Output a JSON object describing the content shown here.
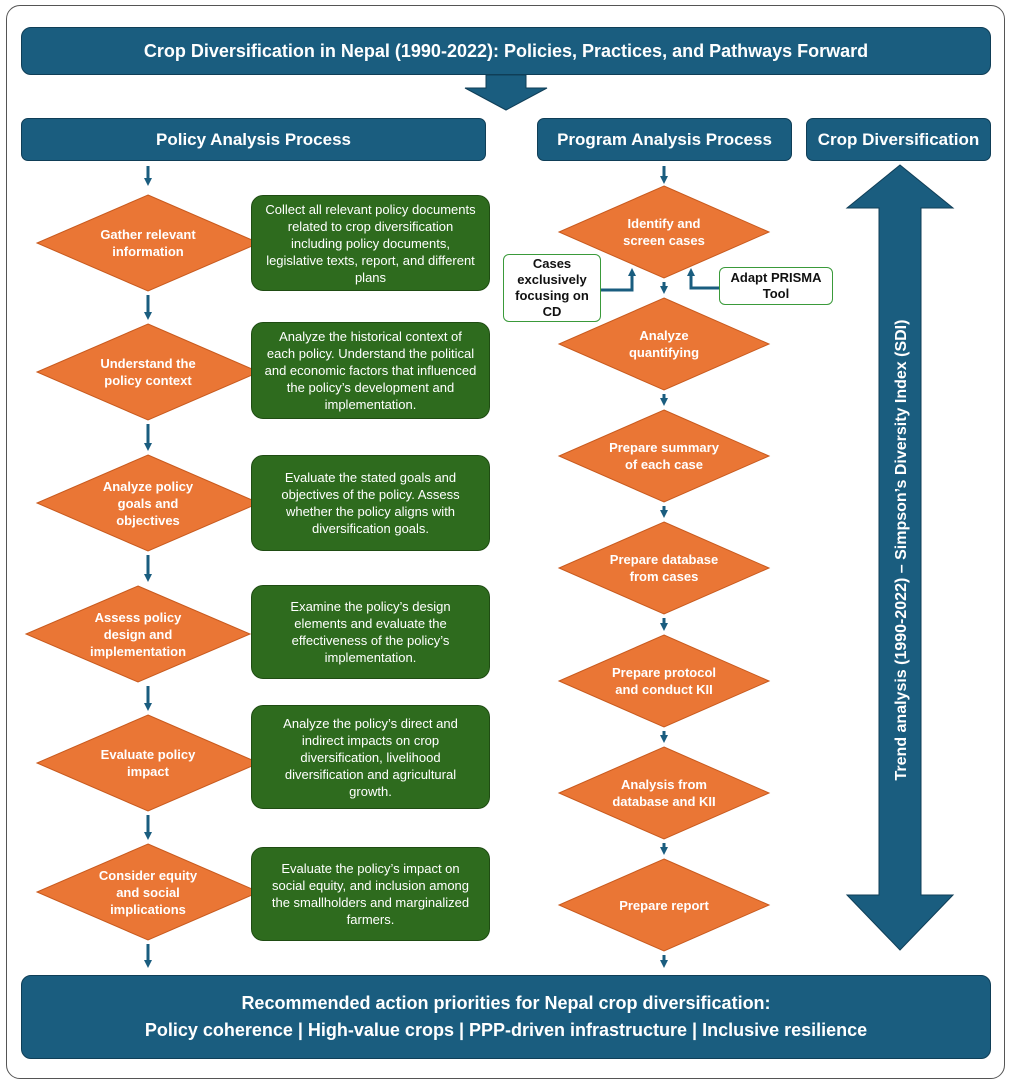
{
  "title": "Crop Diversification in Nepal (1990-2022): Policies, Practices, and Pathways Forward",
  "headers": {
    "policy": "Policy Analysis Process",
    "program": "Program Analysis Process",
    "crop": "Crop Diversification"
  },
  "policy_steps": [
    {
      "step": "Gather relevant information",
      "detail": "Collect all relevant policy documents related to crop diversification including policy documents, legislative texts, report, and different plans"
    },
    {
      "step": "Understand the policy context",
      "detail": "Analyze the historical context of each policy. Understand the political and economic factors that influenced the policy’s development and implementation."
    },
    {
      "step": "Analyze policy goals and objectives",
      "detail": "Evaluate the stated goals and objectives of the policy. Assess whether the policy aligns with diversification goals."
    },
    {
      "step": "Assess policy design and implementation",
      "detail": "Examine the policy’s design elements and evaluate the effectiveness of the policy’s implementation."
    },
    {
      "step": "Evaluate policy impact",
      "detail": "Analyze the policy’s direct and indirect impacts on crop diversification, livelihood diversification and agricultural growth."
    },
    {
      "step": "Consider equity and social implications",
      "detail": "Evaluate the policy’s impact on social equity, and inclusion among the smallholders and marginalized farmers."
    }
  ],
  "program_steps": [
    "Identify and screen cases",
    "Analyze quantifying",
    "Prepare summary of each case",
    "Prepare database from cases",
    "Prepare protocol and conduct KII",
    "Analysis from database and KII",
    "Prepare report"
  ],
  "side_inputs": {
    "left": "Cases exclusively focusing on CD",
    "right": "Adapt PRISMA Tool"
  },
  "trend_label": "Trend analysis (1990-2022) – Simpson’s Diversity Index (SDI)",
  "footer": {
    "line1": "Recommended action priorities for Nepal crop diversification:",
    "line2": "Policy coherence | High-value crops | PPP-driven infrastructure | Inclusive resilience"
  },
  "colors": {
    "banner": "#1a5d7f",
    "diamond": "#ea7635",
    "detail_box": "#2e6b1e",
    "side_border": "#3a9a3a"
  }
}
